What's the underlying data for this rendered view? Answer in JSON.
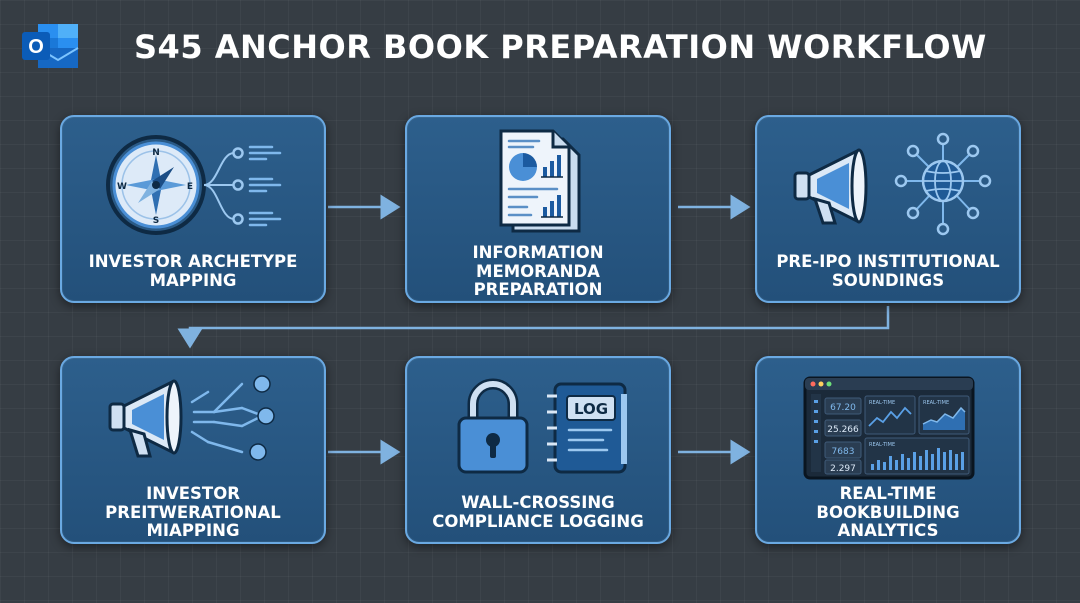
{
  "header": {
    "title": "S45 ANCHOR BOOK PREPARATION WORKFLOW",
    "app_icon": "outlook-icon"
  },
  "steps": [
    {
      "label": "INVESTOR ARCHETYPE\nMAPPING",
      "icon": "compass-network-icon"
    },
    {
      "label": "INFORMATION MEMORANDA\nPREPARATION",
      "icon": "document-chart-icon"
    },
    {
      "label": "PRE-IPO INSTITUTIONAL\nSOUNDINGS",
      "icon": "megaphone-globe-icon"
    },
    {
      "label": "INVESTOR\nPREITWERATIONAL\nMIAPPING",
      "icon": "megaphone-network-icon"
    },
    {
      "label": "WALL-CROSSING\nCOMPLIANCE LOGGING",
      "icon": "lock-log-icon"
    },
    {
      "label": "REAL-TIME\nBOOKBUILDING\nANALYTICS",
      "icon": "dashboard-icon"
    }
  ],
  "icons": {
    "compass_letters": {
      "n": "N",
      "s": "S",
      "e": "E",
      "w": "W"
    },
    "log_text": "LOG",
    "dashboard": {
      "values": [
        "67.20",
        "25.266",
        "7683",
        "2.297"
      ],
      "panel_labels": [
        "REAL-TIME",
        "REAL-TIME",
        "REAL-TIME"
      ]
    }
  },
  "colors": {
    "background": "#363d44",
    "card": "#2a5a86",
    "card_border": "#6aa9e2",
    "accent": "#5aa0e6",
    "connector": "#7fb2e0"
  }
}
